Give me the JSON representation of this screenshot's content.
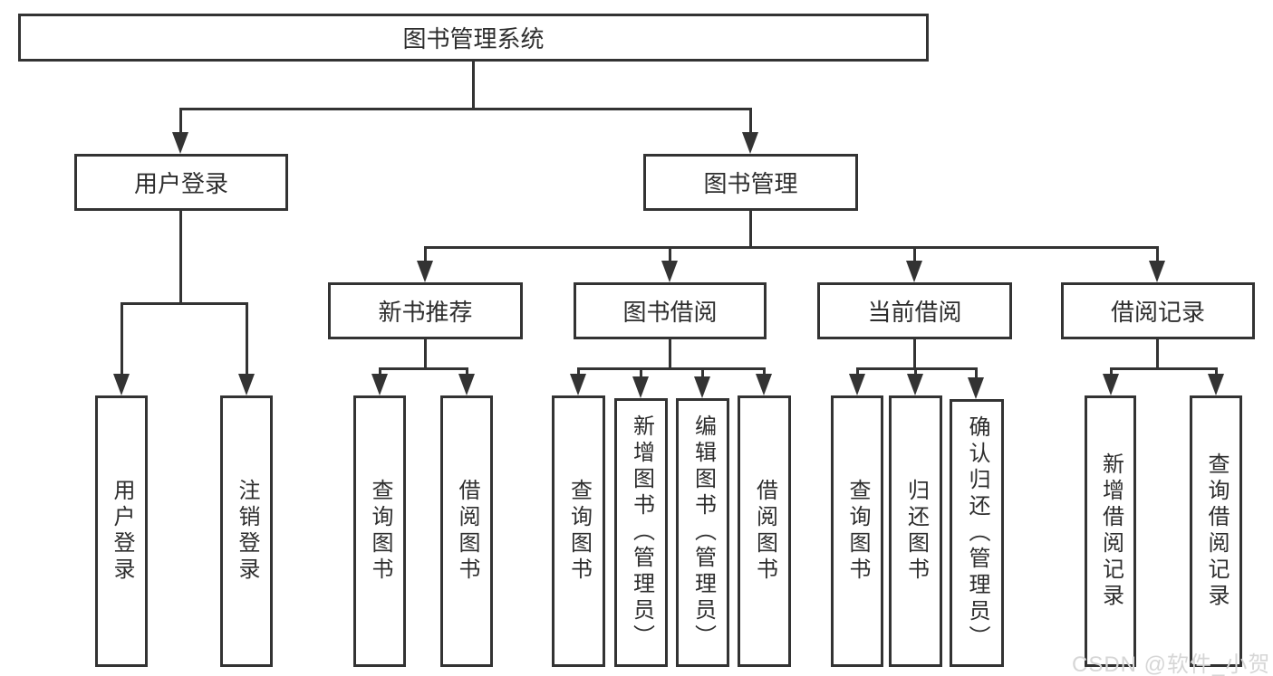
{
  "diagram_title": "图书管理系统",
  "nodes": {
    "root": {
      "label": "图书管理系统"
    },
    "user_login": {
      "label": "用户登录"
    },
    "book_mgmt": {
      "label": "图书管理"
    },
    "new_book_rec": {
      "label": "新书推荐"
    },
    "book_borrow": {
      "label": "图书借阅"
    },
    "current_borrow": {
      "label": "当前借阅"
    },
    "borrow_records": {
      "label": "借阅记录"
    },
    "ul_login": {
      "label": "用户登录"
    },
    "ul_logout": {
      "label": "注销登录"
    },
    "nb_query": {
      "label": "查询图书"
    },
    "nb_borrow": {
      "label": "借阅图书"
    },
    "bb_query": {
      "label": "查询图书"
    },
    "bb_add": {
      "label": "新增图书（管理员）"
    },
    "bb_edit": {
      "label": "编辑图书（管理员）"
    },
    "bb_borrow": {
      "label": "借阅图书"
    },
    "cb_query": {
      "label": "查询图书"
    },
    "cb_return": {
      "label": "归还图书"
    },
    "cb_confirm": {
      "label": "确认归还（管理员）"
    },
    "br_add": {
      "label": "新增借阅记录"
    },
    "br_query": {
      "label": "查询借阅记录"
    }
  },
  "watermark": {
    "text": "CSDN @软件_小贺同学"
  },
  "colors": {
    "line": "#333333",
    "text": "#2e2e2e",
    "box_bg": "#ffffff",
    "canvas_bg": "#ffffff",
    "watermark": "#d6d6d6"
  }
}
